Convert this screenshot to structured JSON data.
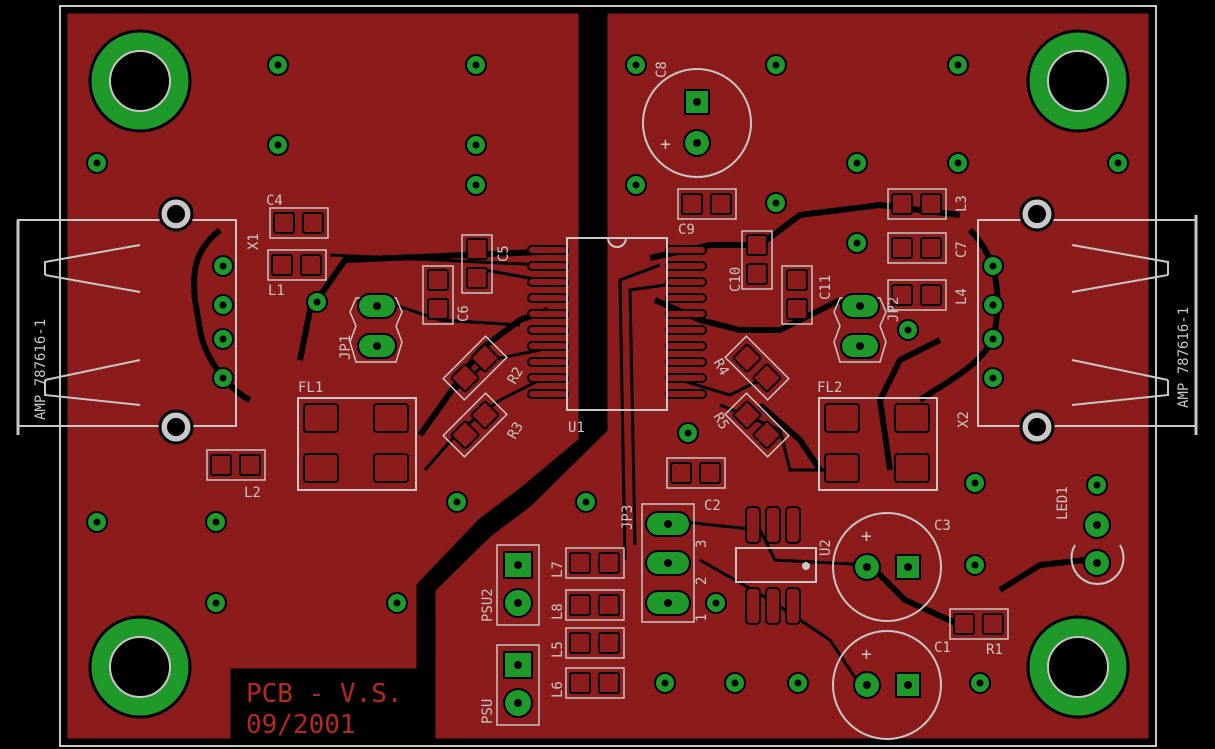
{
  "board": {
    "credit_line1": "PCB - V.S.",
    "credit_line2": "09/2001"
  },
  "connectors": {
    "left_part": "AMP 787616-1",
    "right_part": "AMP 787616-1",
    "left_ref": "X1",
    "right_ref": "X2"
  },
  "labels": {
    "u1": "U1",
    "u2": "U2",
    "fl1": "FL1",
    "fl2": "FL2",
    "jp1": "JP1",
    "jp2": "JP2",
    "jp3": "JP3",
    "psu": "PSU",
    "psu2": "PSU2",
    "led1": "LED1",
    "c1": "C1",
    "c2": "C2",
    "c3": "C3",
    "c4": "C4",
    "c5": "C5",
    "c6": "C6",
    "c7": "C7",
    "c8": "C8",
    "c9": "C9",
    "c10": "C10",
    "c11": "C11",
    "l1": "L1",
    "l2": "L2",
    "l3": "L3",
    "l4": "L4",
    "l5": "L5",
    "l6": "L6",
    "l7": "L7",
    "l8": "L8",
    "r1": "R1",
    "r2": "R2",
    "r3": "R3",
    "r4": "R4",
    "r5": "R5",
    "jp3_pin1": "1",
    "jp3_pin2": "2",
    "jp3_pin3": "3",
    "plus": "+"
  },
  "colors": {
    "background": "#000000",
    "copper_pour": "#8c1c1c",
    "copper_trace": "#8c1c1c",
    "copper_outline": "#000000",
    "pad_green": "#1f9a2a",
    "silkscreen": "#c8c8c8",
    "credit_text": "#b8281e"
  }
}
